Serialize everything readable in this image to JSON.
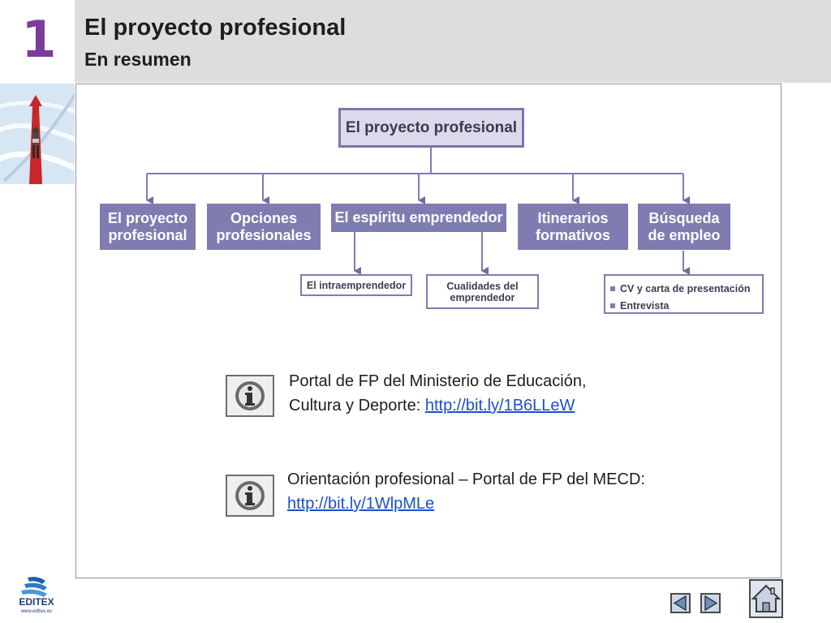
{
  "header": {
    "chapter_number": "1",
    "title": "El proyecto profesional",
    "subtitle": "En resumen"
  },
  "diagram": {
    "root": "El proyecto profesional",
    "nodes": [
      {
        "line1": "El proyecto",
        "line2": "profesional"
      },
      {
        "line1": "Opciones",
        "line2": "profesionales"
      },
      {
        "line1": "El espíritu emprendedor",
        "line2": ""
      },
      {
        "line1": "Itinerarios",
        "line2": "formativos"
      },
      {
        "line1": "Búsqueda",
        "line2": "de empleo"
      }
    ],
    "subnodes": {
      "intraemprendedor": "El intraemprendedor",
      "cualidades_line1": "Cualidades del",
      "cualidades_line2": "emprendedor",
      "busqueda_items": [
        "CV y carta de presentación",
        "Entrevista"
      ]
    }
  },
  "info": [
    {
      "line1": "Portal de FP del Ministerio de Educación,",
      "line2_prefix": "Cultura y Deporte: ",
      "link": "http://bit.ly/1B6LLeW"
    },
    {
      "line1": "Orientación profesional – Portal de FP del MECD:",
      "link": "http://bit.ly/1WlpMLe"
    }
  ],
  "footer": {
    "logo_text": "EDITEX",
    "logo_url": "www.editex.es"
  },
  "colors": {
    "accent_purple": "#7a3d9b",
    "diagram_box": "#7f7cb2",
    "header_bg": "#dddddd",
    "link": "#1a4fd1"
  },
  "icons": [
    "info-icon",
    "previous-icon",
    "next-icon",
    "home-icon"
  ]
}
